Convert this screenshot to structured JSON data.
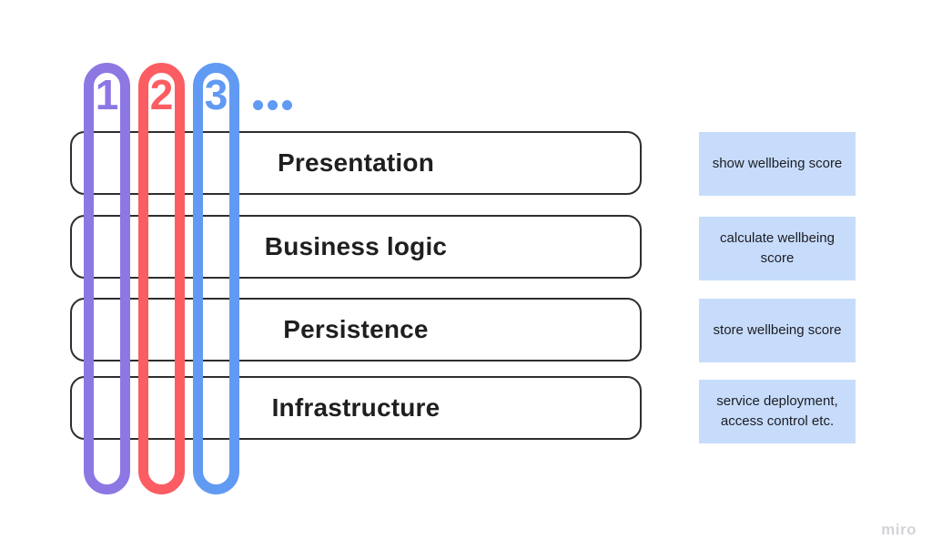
{
  "board": {
    "background": "#ffffff",
    "watermark": "miro"
  },
  "steps": {
    "items": [
      {
        "number": "1",
        "color": "#8d77e3"
      },
      {
        "number": "2",
        "color": "#fb5d62"
      },
      {
        "number": "3",
        "color": "#619af3"
      }
    ],
    "ellipsis_color": "#619af3"
  },
  "layers": {
    "items": [
      {
        "label": "Presentation"
      },
      {
        "label": "Business logic"
      },
      {
        "label": "Persistence"
      },
      {
        "label": "Infrastructure"
      }
    ],
    "border_color": "#2e2e2e",
    "text_color": "#1f1f1f"
  },
  "notes": {
    "items": [
      {
        "text": "show wellbeing score"
      },
      {
        "text": "calculate wellbeing score"
      },
      {
        "text": "store wellbeing score"
      },
      {
        "text": "service deployment, access control etc."
      }
    ],
    "background": "#c7dcfa",
    "text_color": "#1c1c24"
  }
}
